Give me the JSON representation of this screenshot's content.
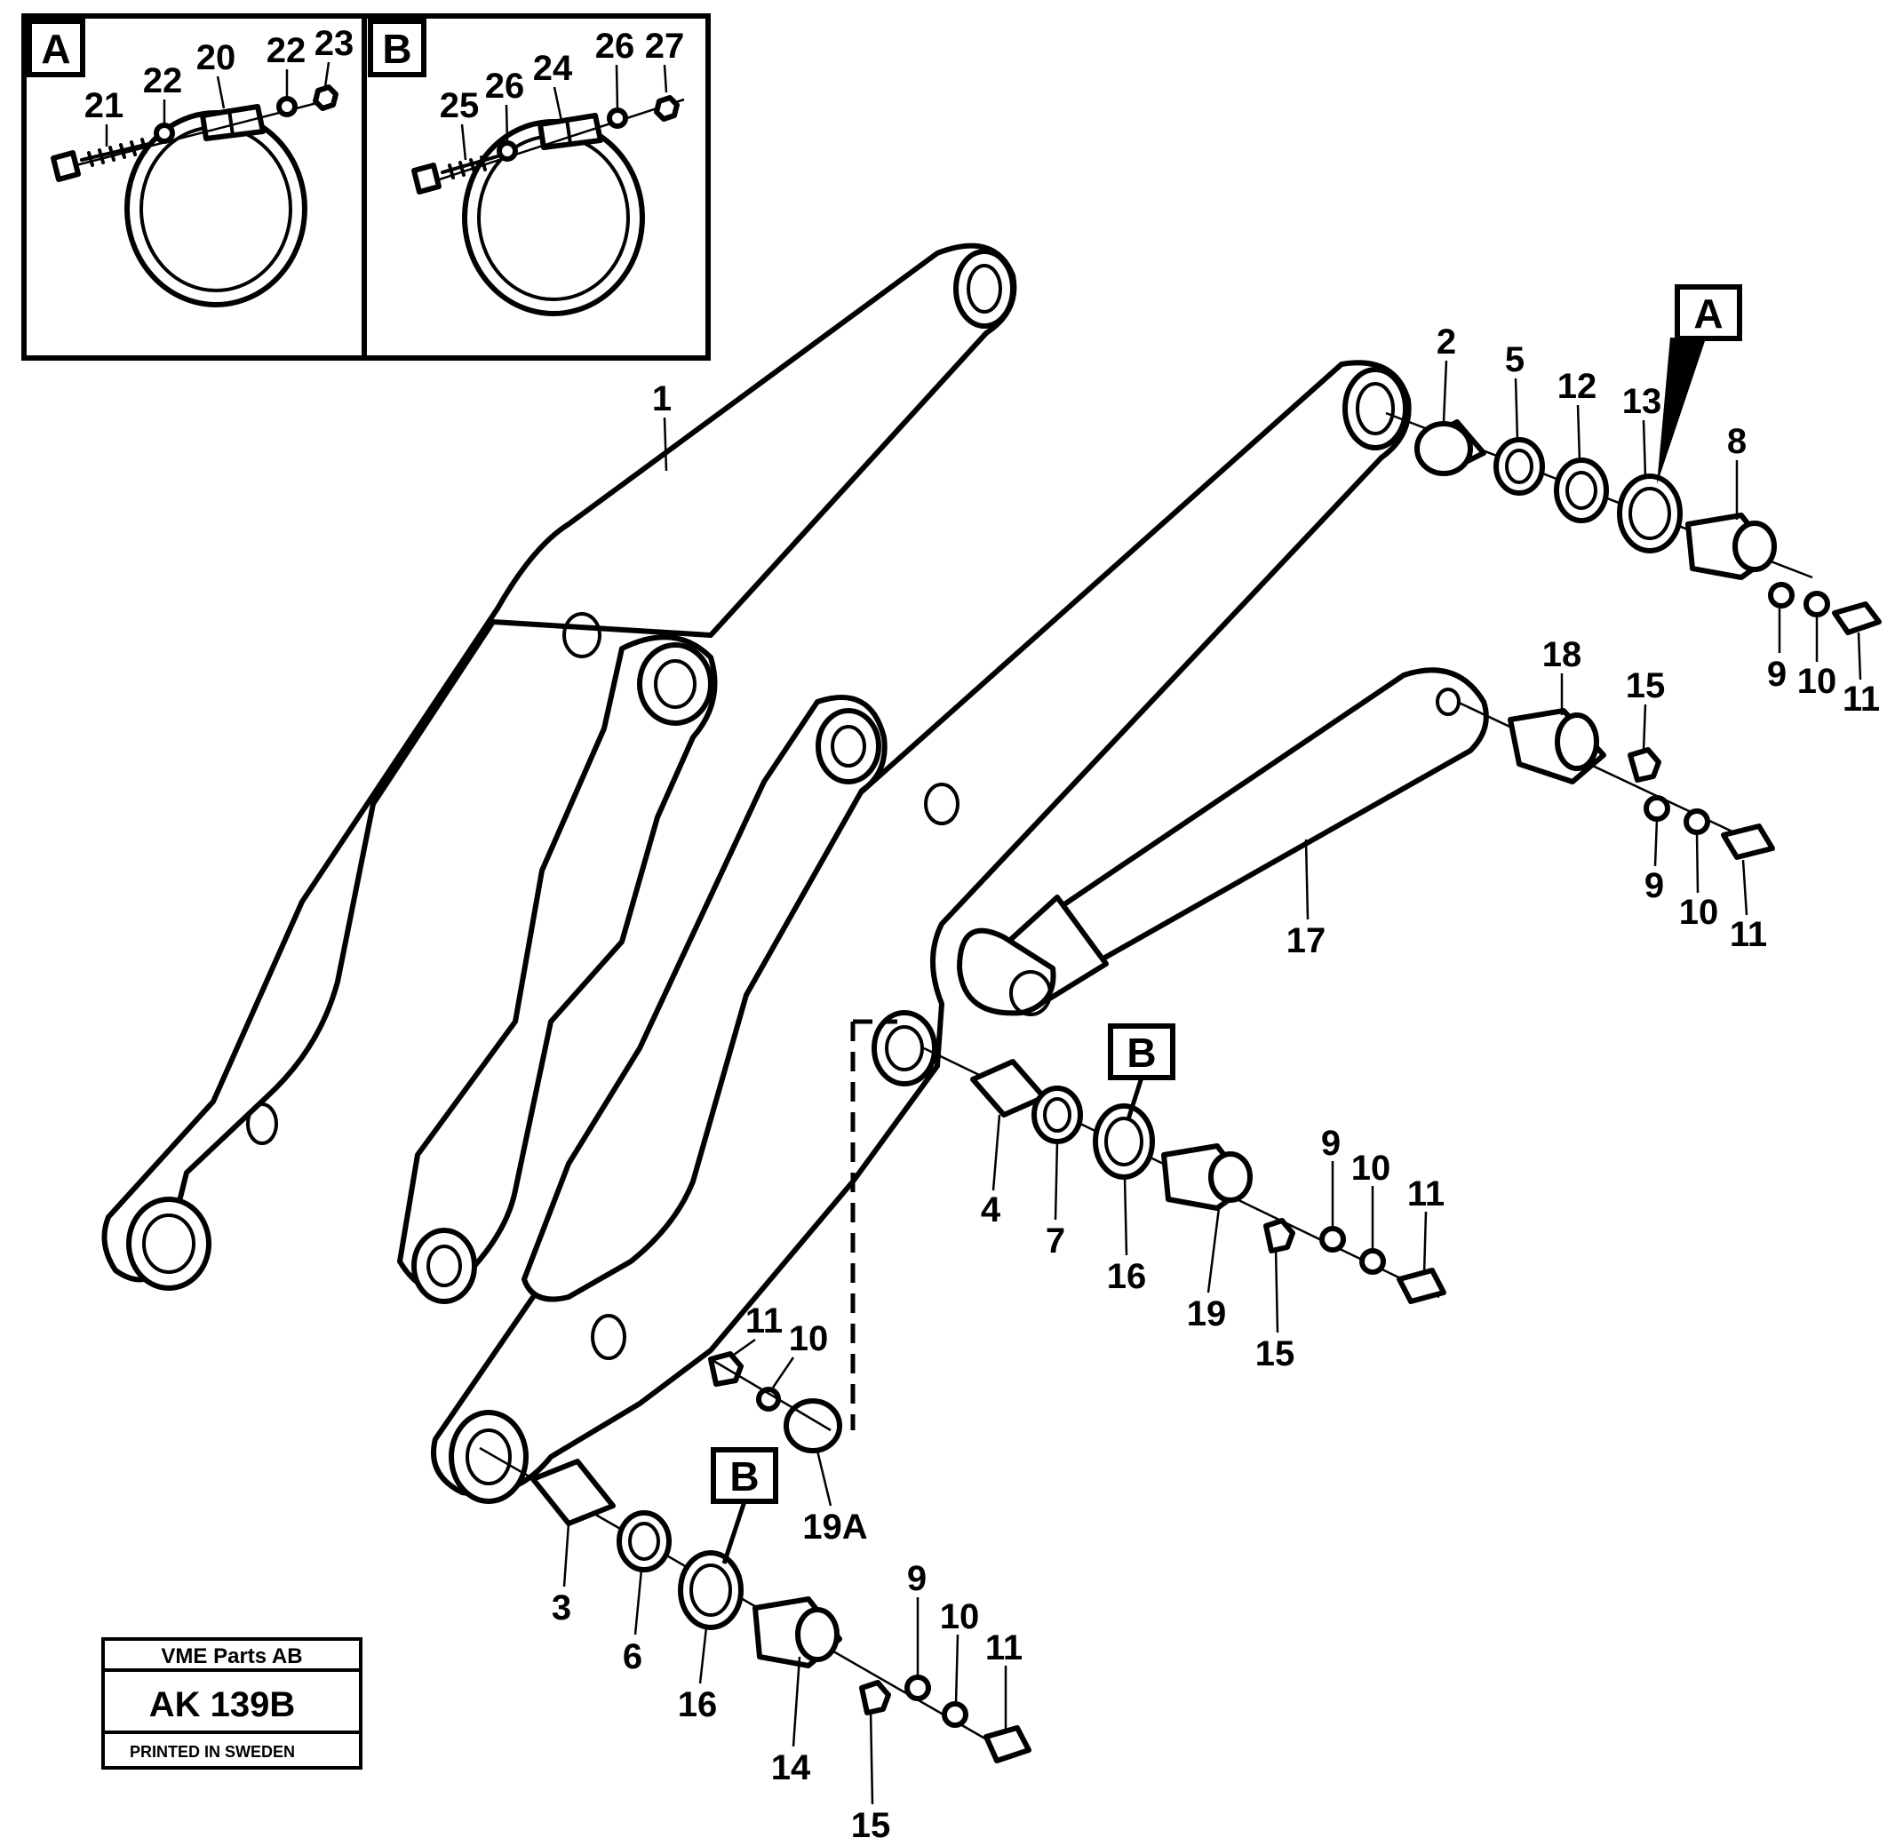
{
  "inset_a": {
    "tag": "A",
    "labels": [
      "21",
      "22",
      "20",
      "22",
      "23"
    ]
  },
  "inset_b": {
    "tag": "B",
    "labels": [
      "25",
      "26",
      "24",
      "26",
      "27"
    ]
  },
  "callouts": {
    "tag_a_main": "A",
    "tag_b_mid": "B",
    "tag_b_low": "B"
  },
  "labels": {
    "l1": "1",
    "l2": "2",
    "l5": "5",
    "l12": "12",
    "l13": "13",
    "l8": "8",
    "l9a": "9",
    "l10a": "10",
    "l11a": "11",
    "l18": "18",
    "l15a": "15",
    "l9b": "9",
    "l10b": "10",
    "l11b": "11",
    "l17": "17",
    "l4": "4",
    "l7": "7",
    "l16a": "16",
    "l19": "19",
    "l15b": "15",
    "l9c": "9",
    "l10c": "10",
    "l11c": "11",
    "l11d": "11",
    "l10d": "10",
    "l19a": "19A",
    "l3": "3",
    "l6": "6",
    "l16b": "16",
    "l14": "14",
    "l15c": "15",
    "l9e": "9",
    "l10e": "10",
    "l11e": "11"
  },
  "stamp": {
    "company": "VME Parts AB",
    "code": "AK 139B",
    "printed": "PRINTED IN SWEDEN"
  }
}
